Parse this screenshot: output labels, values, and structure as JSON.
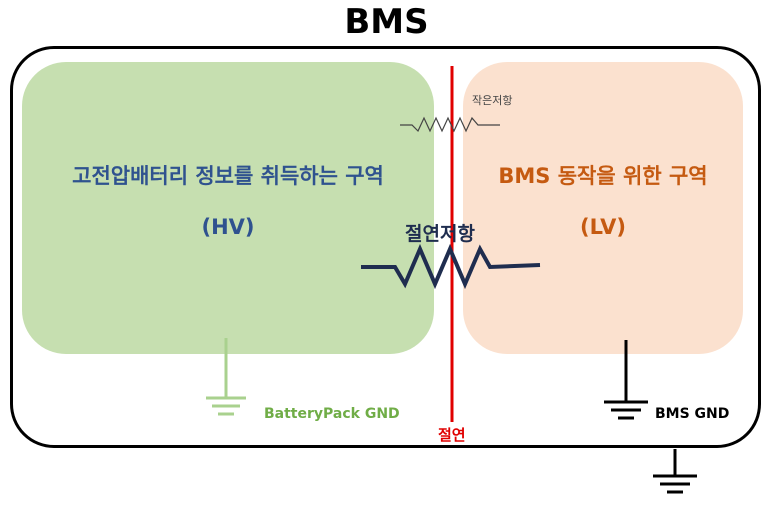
{
  "title": "BMS",
  "hv_zone": {
    "title": "고전압배터리 정보를 취득하는 구역",
    "subtitle": "(HV)"
  },
  "lv_zone": {
    "title": "BMS 동작을 위한 구역",
    "subtitle": "(LV)"
  },
  "small_resistor_label": "작은저항",
  "insulation_resistor_label": "절연저항",
  "insulation_label": "절연",
  "battery_gnd_label": "BatteryPack GND",
  "bms_gnd_label": "BMS GND",
  "colors": {
    "hv_fill": "#c6dfb0",
    "lv_fill": "#fbe1cf",
    "hv_text": "#2f528f",
    "lv_text": "#c55a11",
    "insulation_line": "#e00000",
    "battery_gnd": "#a9d18e",
    "resistor": "#1f2d4f"
  }
}
